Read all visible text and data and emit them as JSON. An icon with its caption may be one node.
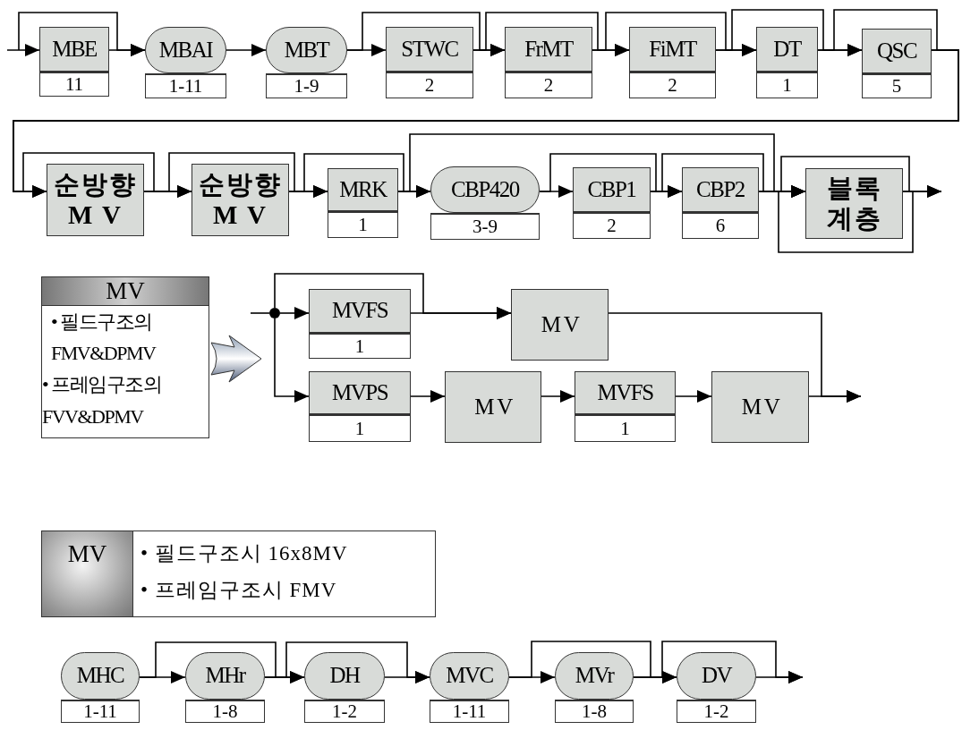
{
  "diagram": {
    "nodes": [
      {
        "text": [
          "MBE",
          "11"
        ]
      },
      {
        "text": [
          "MBAI",
          "1-11"
        ]
      },
      {
        "text": [
          "MBT",
          "1-9"
        ]
      },
      {
        "text": [
          "STWC",
          "2"
        ]
      },
      {
        "text": [
          "FrMT",
          "2"
        ]
      },
      {
        "text": [
          "FiMT",
          "2"
        ]
      },
      {
        "text": [
          "DT",
          "1"
        ]
      },
      {
        "text": [
          "QSC",
          "5"
        ]
      },
      {
        "text": [
          "순방향 M V"
        ]
      },
      {
        "text": [
          "순방향 M V"
        ]
      },
      {
        "text": [
          "MRK",
          "1"
        ]
      },
      {
        "text": [
          "CBP420",
          "3-9"
        ]
      },
      {
        "text": [
          "CBP1",
          "2"
        ]
      },
      {
        "text": [
          "CBP2",
          "6"
        ]
      },
      {
        "text": [
          "블록 계층"
        ]
      },
      {
        "text": [
          "MV",
          "• 필드구조의 FMV&DPMV",
          "• 프레임구조의 FVV&DPMV"
        ]
      },
      {
        "text": [],
        "shape": "circle"
      },
      {
        "text": [
          "MVFS",
          "1"
        ]
      },
      {
        "text": [
          "M V"
        ]
      },
      {
        "text": [
          "MVPS",
          "1"
        ]
      },
      {
        "text": [
          "M V"
        ]
      },
      {
        "text": [
          "MVFS",
          "1"
        ]
      },
      {
        "text": [
          "M V"
        ]
      },
      {
        "text": [
          "MV",
          "• 필드구조시 16x8MV",
          "• 프레임구조시 FMV"
        ]
      },
      {
        "text": [
          "MHC",
          "1-11"
        ]
      },
      {
        "text": [
          "MHr",
          "1-8"
        ]
      },
      {
        "text": [
          "DH",
          "1-2"
        ]
      },
      {
        "text": [
          "MVC",
          "1-11"
        ]
      },
      {
        "text": [
          "MVr",
          "1-8"
        ]
      },
      {
        "text": [
          "DV",
          "1-2"
        ]
      }
    ],
    "edges": [
      {
        "from": null,
        "to": 0,
        "arrow": "to"
      },
      {
        "from": null,
        "to": 1,
        "arrow": "to"
      },
      {
        "from": 0,
        "to": 1,
        "arrow": "to"
      },
      {
        "from": 1,
        "to": 2,
        "arrow": "to"
      },
      {
        "from": 2,
        "to": 3,
        "arrow": "to"
      },
      {
        "from": 2,
        "to": 4,
        "arrow": "to"
      },
      {
        "from": 3,
        "to": 4,
        "arrow": "to"
      },
      {
        "from": 3,
        "to": 5,
        "arrow": "to"
      },
      {
        "from": 4,
        "to": 5,
        "arrow": "to"
      },
      {
        "from": 4,
        "to": 6,
        "arrow": "to"
      },
      {
        "from": 5,
        "to": 6,
        "arrow": "to"
      },
      {
        "from": 5,
        "to": 7,
        "arrow": "to"
      },
      {
        "from": 6,
        "to": 7,
        "arrow": "to"
      },
      {
        "from": 6,
        "to": 8,
        "arrow": "to"
      },
      {
        "from": 7,
        "to": 8,
        "arrow": "to"
      },
      {
        "from": 7,
        "to": 9,
        "arrow": "to"
      },
      {
        "from": 8,
        "to": 9,
        "arrow": "to"
      },
      {
        "from": 8,
        "to": 10,
        "arrow": "to"
      },
      {
        "from": 9,
        "to": 10,
        "arrow": "to"
      },
      {
        "from": 9,
        "to": 11,
        "arrow": "to"
      },
      {
        "from": 10,
        "to": 11,
        "arrow": "to"
      },
      {
        "from": 10,
        "to": 14,
        "arrow": "to"
      },
      {
        "from": 11,
        "to": 12,
        "arrow": "to"
      },
      {
        "from": 11,
        "to": 13,
        "arrow": "to"
      },
      {
        "from": 12,
        "to": 13,
        "arrow": "to"
      },
      {
        "from": 12,
        "to": 14,
        "arrow": "to"
      },
      {
        "from": 13,
        "to": 14,
        "arrow": "to"
      },
      {
        "from": 13,
        "to": null,
        "arrow": "to"
      },
      {
        "from": 14,
        "to": null,
        "arrow": "to"
      },
      {
        "from": 14,
        "to": 14,
        "arrow": "to"
      },
      {
        "from": null,
        "to": 16,
        "arrow": "none"
      },
      {
        "from": 16,
        "to": 17,
        "arrow": "to"
      },
      {
        "from": 16,
        "to": 19,
        "arrow": "to"
      },
      {
        "from": 16,
        "to": 18,
        "arrow": "to"
      },
      {
        "from": 17,
        "to": 18,
        "arrow": "to"
      },
      {
        "from": 18,
        "to": null,
        "arrow": "to"
      },
      {
        "from": 19,
        "to": 20,
        "arrow": "to"
      },
      {
        "from": 20,
        "to": 21,
        "arrow": "to"
      },
      {
        "from": 21,
        "to": 22,
        "arrow": "to"
      },
      {
        "from": 22,
        "to": null,
        "arrow": "to"
      },
      {
        "from": 24,
        "to": 25,
        "arrow": "to"
      },
      {
        "from": 24,
        "to": 26,
        "arrow": "to"
      },
      {
        "from": 25,
        "to": 26,
        "arrow": "to"
      },
      {
        "from": 25,
        "to": 27,
        "arrow": "to"
      },
      {
        "from": 26,
        "to": 27,
        "arrow": "to"
      },
      {
        "from": 27,
        "to": 28,
        "arrow": "to"
      },
      {
        "from": 27,
        "to": 29,
        "arrow": "to"
      },
      {
        "from": 28,
        "to": 29,
        "arrow": "to"
      },
      {
        "from": 28,
        "to": null,
        "arrow": "to"
      },
      {
        "from": 29,
        "to": null,
        "arrow": "to"
      }
    ]
  }
}
